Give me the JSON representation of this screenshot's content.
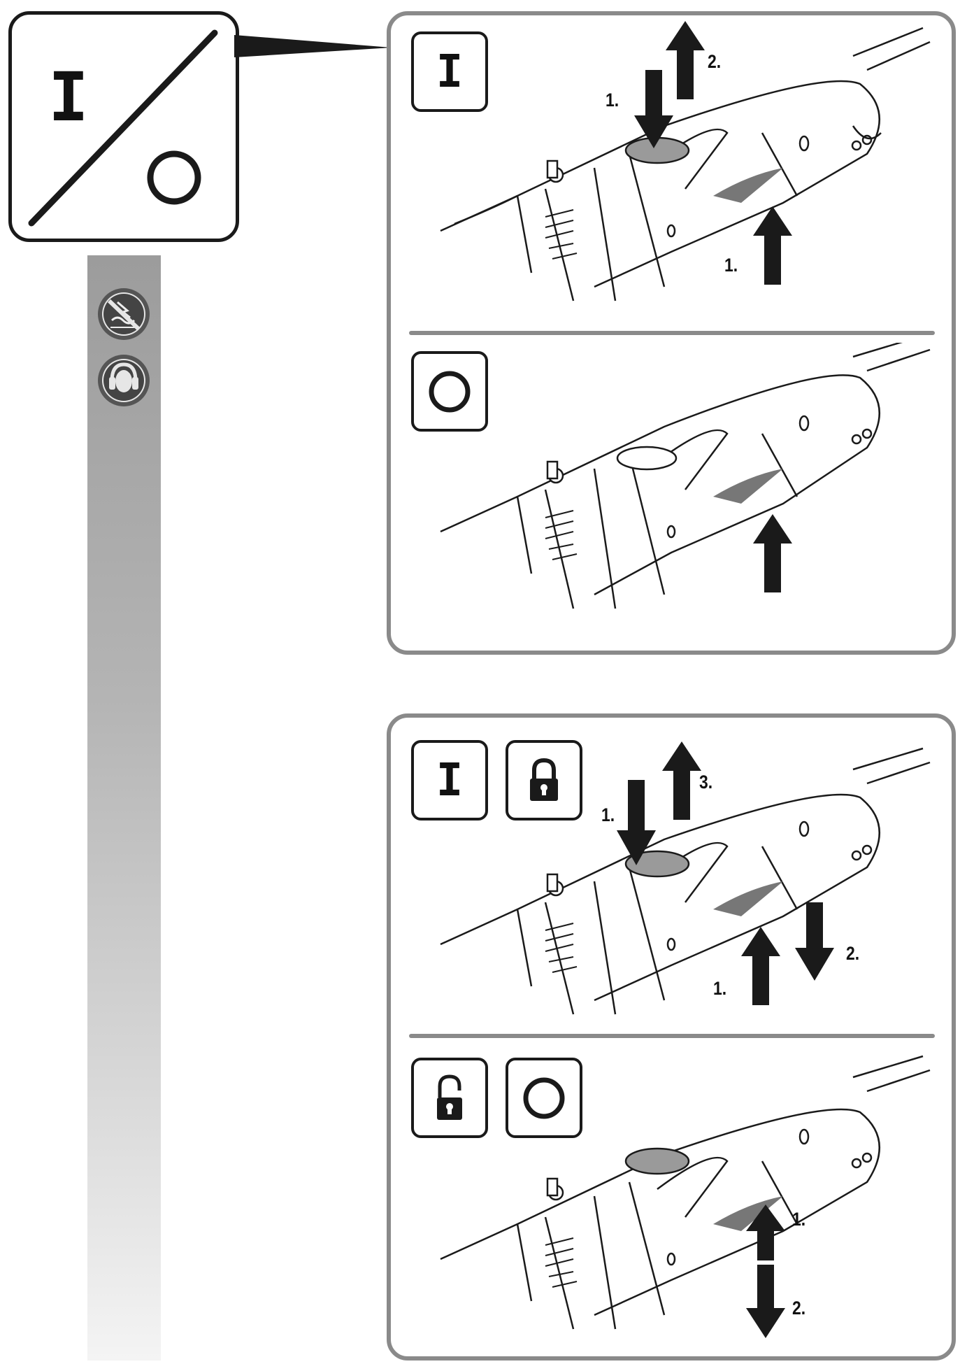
{
  "header_symbol": {
    "on": "I",
    "separator": "/",
    "off": "O"
  },
  "panel_top": {
    "on_section": {
      "symbol": "I",
      "steps": [
        {
          "label": "1."
        },
        {
          "label": "2."
        },
        {
          "label": "1."
        }
      ]
    },
    "off_section": {
      "symbol": "O"
    }
  },
  "panel_bottom": {
    "lock_section": {
      "symbols": [
        "I",
        "lock-icon"
      ],
      "steps": [
        {
          "label": "1."
        },
        {
          "label": "3."
        },
        {
          "label": "1."
        },
        {
          "label": "2."
        }
      ]
    },
    "unlock_section": {
      "symbols": [
        "unlock-icon",
        "O"
      ],
      "steps": [
        {
          "label": "1."
        },
        {
          "label": "2."
        }
      ]
    }
  },
  "side_strip": {
    "icons": [
      "no-water-icon",
      "hearing-protection-icon"
    ]
  },
  "colors": {
    "frame": "#8a8a8a",
    "ink": "#1a1a1a",
    "button": "#9a9a9a"
  }
}
